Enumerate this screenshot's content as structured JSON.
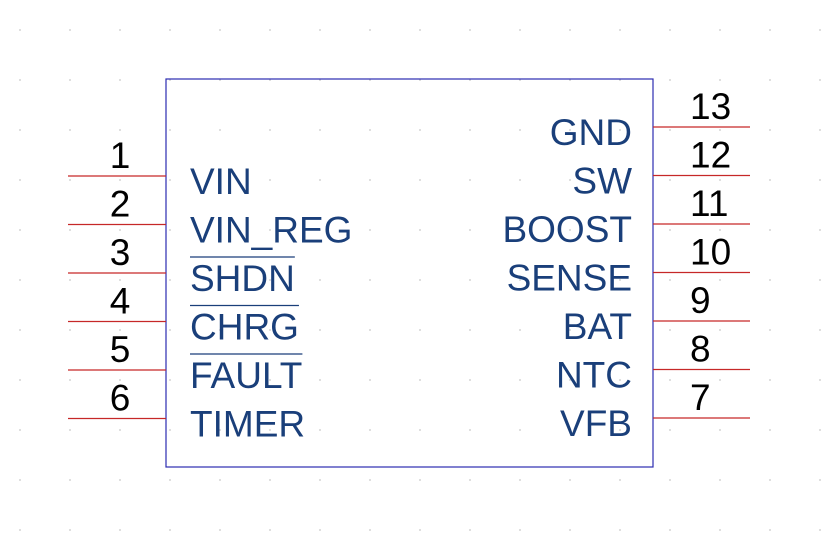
{
  "colors": {
    "body_outline": "#2b2bb0",
    "pin_line": "#c62828",
    "pin_name": "#1a3f7a",
    "pin_number": "#000000",
    "grid_dot": "#c8c8c8"
  },
  "pins_left": [
    {
      "number": "1",
      "name": "VIN",
      "overbar": false
    },
    {
      "number": "2",
      "name": "VIN_REG",
      "overbar": false
    },
    {
      "number": "3",
      "name": "SHDN",
      "overbar": true
    },
    {
      "number": "4",
      "name": "CHRG",
      "overbar": true
    },
    {
      "number": "5",
      "name": "FAULT",
      "overbar": true
    },
    {
      "number": "6",
      "name": "TIMER",
      "overbar": false
    }
  ],
  "pins_right": [
    {
      "number": "13",
      "name": "GND",
      "overbar": false
    },
    {
      "number": "12",
      "name": "SW",
      "overbar": false
    },
    {
      "number": "11",
      "name": "BOOST",
      "overbar": false
    },
    {
      "number": "10",
      "name": "SENSE",
      "overbar": false
    },
    {
      "number": "9",
      "name": "BAT",
      "overbar": false
    },
    {
      "number": "8",
      "name": "NTC",
      "overbar": false
    },
    {
      "number": "7",
      "name": "VFB",
      "overbar": false
    }
  ]
}
